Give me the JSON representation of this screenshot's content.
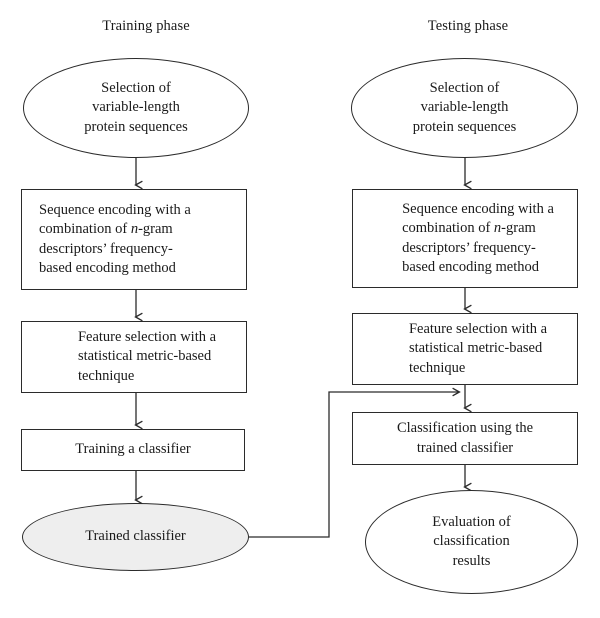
{
  "diagram": {
    "title_left": "Training phase",
    "title_right": "Testing phase",
    "type": "flowchart",
    "columns": [
      {
        "name": "training",
        "header": "Training phase",
        "nodes": [
          {
            "id": "train-start",
            "shape": "ellipse",
            "shaded": false,
            "text": "Selection of\nvariable-length\nprotein sequences",
            "align": "center"
          },
          {
            "id": "train-encoding",
            "shape": "rect",
            "shaded": false,
            "text": "Sequence encoding with a\ncombination of n-gram\ndescriptors’ frequency-\nbased encoding method",
            "align": "left"
          },
          {
            "id": "train-feature-selection",
            "shape": "rect",
            "shaded": false,
            "text": "Feature selection with a\nstatistical metric-based\ntechnique",
            "align": "center-block"
          },
          {
            "id": "train-classifier",
            "shape": "rect",
            "shaded": false,
            "text": "Training a classifier",
            "align": "center"
          },
          {
            "id": "trained-classifier",
            "shape": "ellipse",
            "shaded": true,
            "text": "Trained classifier",
            "align": "center"
          }
        ]
      },
      {
        "name": "testing",
        "header": "Testing phase",
        "nodes": [
          {
            "id": "test-start",
            "shape": "ellipse",
            "shaded": false,
            "text": "Selection of\nvariable-length\nprotein sequences",
            "align": "center"
          },
          {
            "id": "test-encoding",
            "shape": "rect",
            "shaded": false,
            "text": "Sequence encoding with a\ncombination of n-gram\ndescriptors’ frequency-\nbased encoding method",
            "align": "left"
          },
          {
            "id": "test-feature-selection",
            "shape": "rect",
            "shaded": false,
            "text": "Feature selection with a\nstatistical metric-based\ntechnique",
            "align": "center-block"
          },
          {
            "id": "test-classification",
            "shape": "rect",
            "shaded": false,
            "text": "Classification using the\ntrained classifier",
            "align": "center"
          },
          {
            "id": "evaluation",
            "shape": "ellipse",
            "shaded": false,
            "text": "Evaluation of\nclassification\nresults",
            "align": "center"
          }
        ]
      }
    ],
    "edges": [
      {
        "from": "train-start",
        "to": "train-encoding",
        "style": "arrow-down"
      },
      {
        "from": "train-encoding",
        "to": "train-feature-selection",
        "style": "arrow-down"
      },
      {
        "from": "train-feature-selection",
        "to": "train-classifier",
        "style": "arrow-down"
      },
      {
        "from": "train-classifier",
        "to": "trained-classifier",
        "style": "arrow-down"
      },
      {
        "from": "test-start",
        "to": "test-encoding",
        "style": "arrow-down"
      },
      {
        "from": "test-encoding",
        "to": "test-feature-selection",
        "style": "arrow-down"
      },
      {
        "from": "test-feature-selection",
        "to": "test-classification",
        "style": "arrow-down"
      },
      {
        "from": "test-classification",
        "to": "evaluation",
        "style": "arrow-down"
      },
      {
        "from": "trained-classifier",
        "to": "test-classification",
        "style": "elbow-arrow-right"
      }
    ],
    "colors": {
      "stroke": "#2b2b2b",
      "text": "#1a1a1a",
      "background": "#ffffff",
      "shaded_fill": "#eeeeee"
    }
  }
}
